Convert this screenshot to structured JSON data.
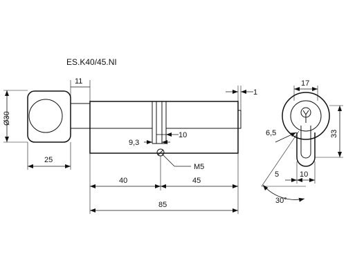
{
  "title": "ES.K40/45.NI",
  "dimensions": {
    "knob_width": "11",
    "diameter": "Ø30",
    "knob_depth": "25",
    "offset_1": "1",
    "cam_a": "9,3",
    "cam_b": "10",
    "screw": "M5",
    "side_a": "40",
    "side_b": "45",
    "total": "85",
    "profile_width": "17",
    "profile_height": "33",
    "profile_65": "6,5",
    "profile_5": "5",
    "profile_10": "10",
    "angle": "30°"
  }
}
